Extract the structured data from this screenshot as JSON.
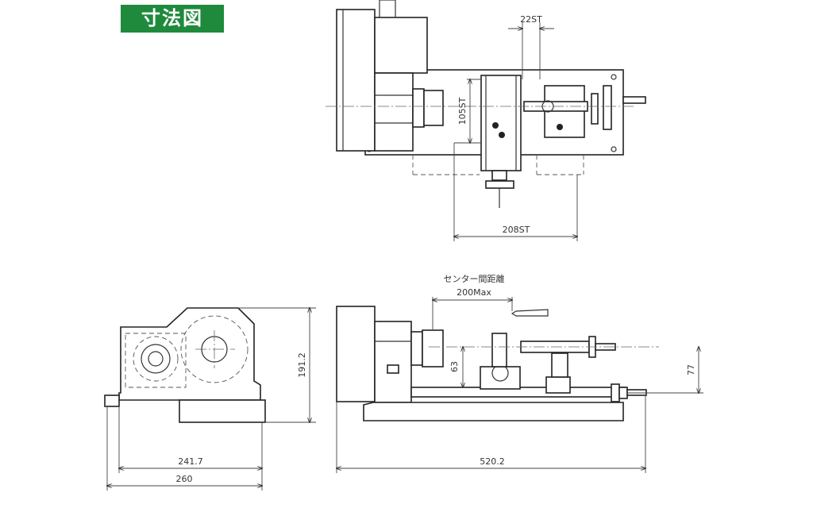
{
  "title": "寸法図",
  "colors": {
    "badge": "#1f8a3c",
    "line": "#333333"
  },
  "top_view": {
    "dim_22st": "22ST",
    "dim_105st": "105ST",
    "dim_208st": "208ST"
  },
  "front_view": {
    "center_distance_label": "センター間距離",
    "dim_200max": "200Max",
    "dim_63": "63",
    "dim_77": "77",
    "dim_520_2": "520.2"
  },
  "side_view": {
    "dim_191_2": "191.2",
    "dim_241_7": "241.7",
    "dim_260": "260"
  }
}
